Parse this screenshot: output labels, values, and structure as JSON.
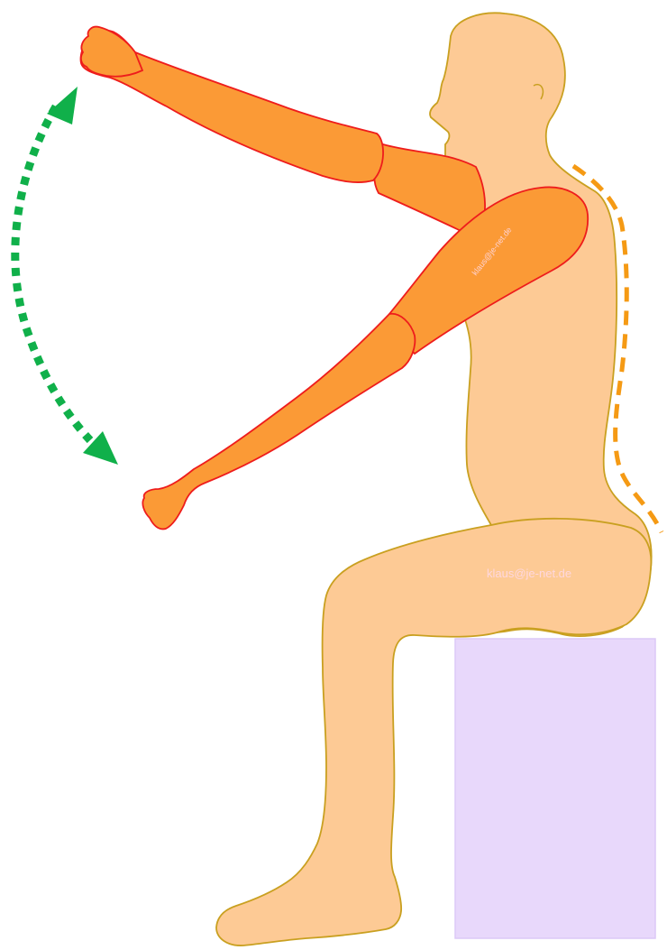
{
  "watermark": {
    "thigh_text": "klaus@je-net.de",
    "arm_text": "klaus@je-net.de"
  },
  "colors": {
    "skin": "#fdca95",
    "skin_outline": "#c9a020",
    "arm_fill": "#fb9a36",
    "arm_outline": "#ee1c1c",
    "box": "#e8d8fb",
    "box_outline": "#dcc9f7",
    "motion_arrow": "#10b04a",
    "spine_line": "#f59a14"
  },
  "icons": {
    "motion_arrow": "curved-double-arrow-icon",
    "spine": "spine-curve-dashed-line"
  }
}
